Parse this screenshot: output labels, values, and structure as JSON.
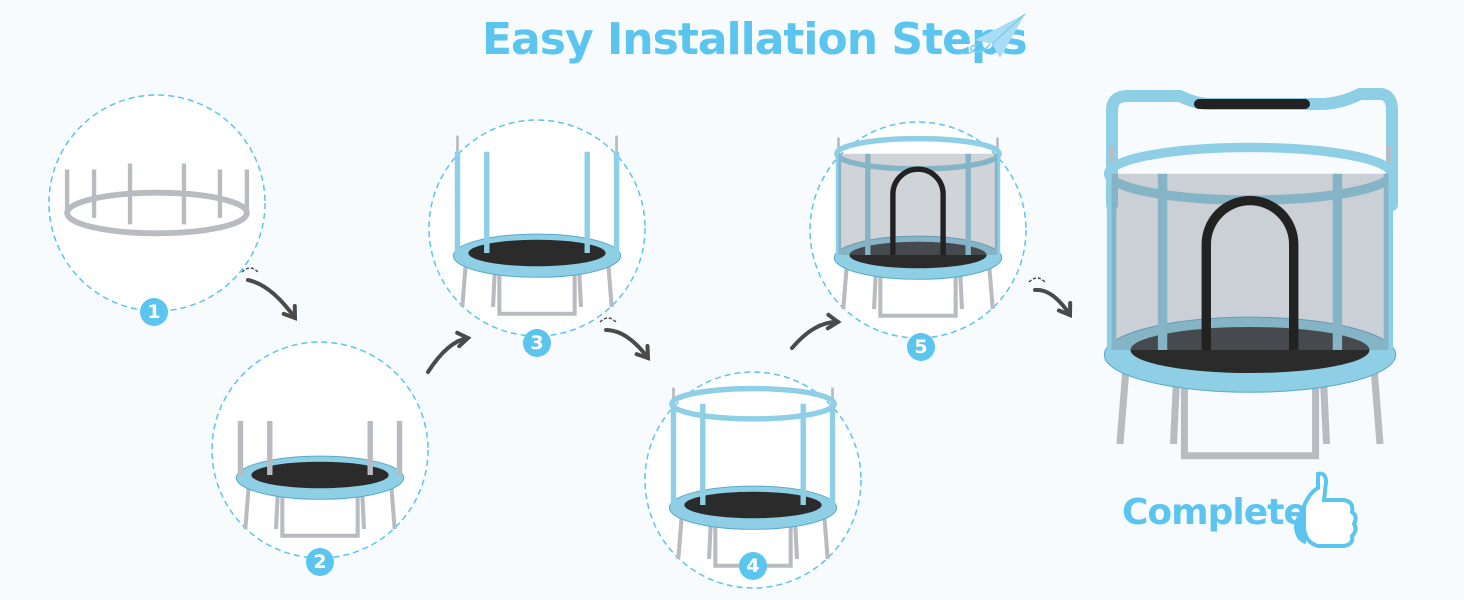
{
  "title": "Easy Installation Steps",
  "complete_label": "Complete",
  "steps": [
    {
      "number": "1",
      "stage": "frame-ring-with-legs"
    },
    {
      "number": "2",
      "stage": "mat-and-pad"
    },
    {
      "number": "3",
      "stage": "net-poles"
    },
    {
      "number": "4",
      "stage": "top-ring"
    },
    {
      "number": "5",
      "stage": "safety-net"
    }
  ],
  "colors": {
    "accent": "#5bc4ef",
    "pad": "#8ecfe6",
    "mat": "#2b2b2b",
    "frame": "#b8bcc0",
    "arrow": "#4a4a4a"
  },
  "icons": [
    "paper-plane-icon",
    "thumbs-up-icon",
    "curved-arrow-icon"
  ]
}
